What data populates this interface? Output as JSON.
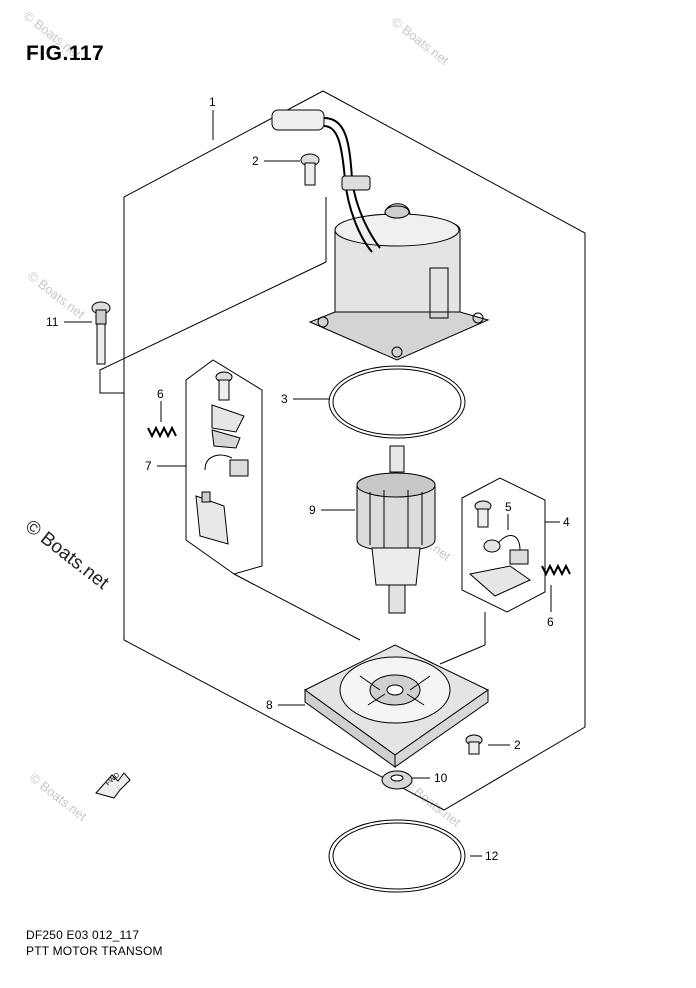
{
  "figure": {
    "title": "FIG.117",
    "model_code": "DF250 E03 012_117",
    "section_name": "PTT MOTOR TRANSOM"
  },
  "callouts": [
    {
      "id": "c1",
      "number": "1"
    },
    {
      "id": "c2a",
      "number": "2"
    },
    {
      "id": "c3",
      "number": "3"
    },
    {
      "id": "c4",
      "number": "4"
    },
    {
      "id": "c5",
      "number": "5"
    },
    {
      "id": "c6a",
      "number": "6"
    },
    {
      "id": "c6b",
      "number": "6"
    },
    {
      "id": "c7",
      "number": "7"
    },
    {
      "id": "c8",
      "number": "8"
    },
    {
      "id": "c9",
      "number": "9"
    },
    {
      "id": "c10",
      "number": "10"
    },
    {
      "id": "c11",
      "number": "11"
    },
    {
      "id": "c12",
      "number": "12"
    },
    {
      "id": "c2b",
      "number": "2"
    }
  ],
  "direction_marker": "FWD",
  "watermark": {
    "small": "© Boats.net",
    "large": "© Boats.net"
  },
  "colors": {
    "line": "#000000",
    "watermark": "#c8c8c8",
    "part_fill": "#dcdcdc"
  }
}
